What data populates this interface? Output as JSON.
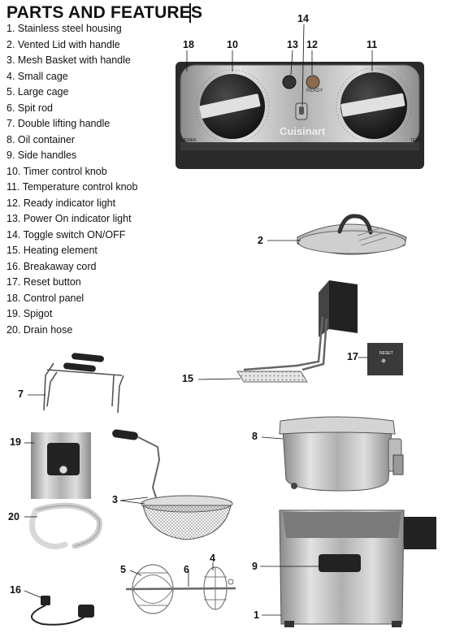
{
  "title": "PARTS AND FEATURES",
  "parts": [
    "1. Stainless steel housing",
    "2. Vented Lid with handle",
    "3. Mesh Basket with handle",
    "4. Small cage",
    "5. Large cage",
    "6. Spit rod",
    "7. Double lifting handle",
    "8. Oil container",
    "9. Side handles",
    "10. Timer control knob",
    "11. Temperature control knob",
    "12. Ready indicator light",
    "13. Power On indicator light",
    "14. Toggle switch ON/OFF",
    "15. Heating element",
    "16. Breakaway cord",
    "17. Reset button",
    "18. Control panel",
    "19. Spigot",
    "20. Drain hose"
  ],
  "callouts": {
    "c1": "1",
    "c2": "2",
    "c3": "3",
    "c4": "4",
    "c5": "5",
    "c6": "6",
    "c7": "7",
    "c8": "8",
    "c9": "9",
    "c10": "10",
    "c11": "11",
    "c12": "12",
    "c13": "13",
    "c14": "14",
    "c15": "15",
    "c16": "16",
    "c17": "17",
    "c18": "18",
    "c19": "19",
    "c20": "20"
  },
  "panel": {
    "brand": "Cuisinart",
    "ready": "READY",
    "timer": "TIMER",
    "temp": "TEMP",
    "reset": "RESET"
  }
}
